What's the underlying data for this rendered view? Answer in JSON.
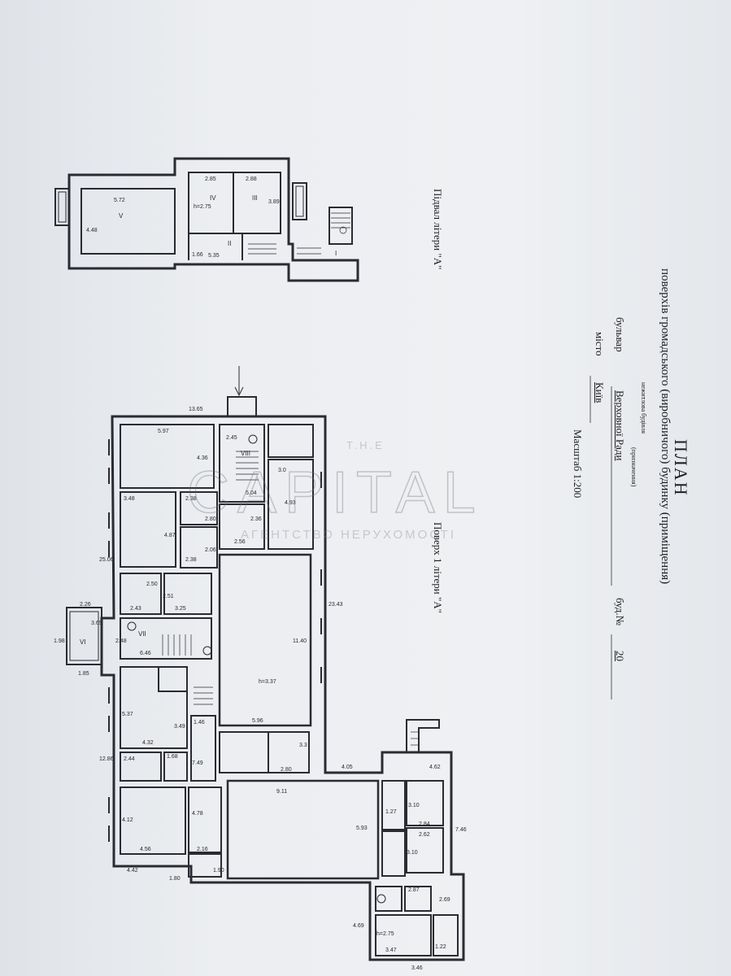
{
  "document": {
    "title": "ПЛАН",
    "subtitle": "поверхів громадського (виробничого) будинку (приміщення)",
    "small_note": "нежитлова будівля",
    "purpose_note": "(призначення)",
    "street_type": "бульвар",
    "street_name": "Верховної Ради",
    "building_label": "буд.№",
    "building_number": "20",
    "city_label": "місто",
    "city_name": "Київ",
    "scale": "Масштаб 1:200",
    "basement_label": "Підвал літери \"А\"",
    "floor1_label": "Поверх 1 літери \"А\""
  },
  "watermark": {
    "the": "T.H.E",
    "brand": "CAPITAL",
    "tagline": "АГЕНТСТВО НЕРУХОМОСТІ"
  },
  "basement": {
    "dims": [
      "5.72",
      "4.48",
      "2.85",
      "2.88",
      "h=2.75",
      "3.89",
      "1.66",
      "5.35"
    ],
    "rooms": [
      "V",
      "IV",
      "III",
      "II",
      "I"
    ]
  },
  "floor1": {
    "dims_outer": [
      "13.65",
      "25.06",
      "12.86",
      "4.42",
      "1.80",
      "4.69",
      "3.46",
      "7.46",
      "4.62",
      "4.05",
      "23.43",
      "2.26",
      "1.98",
      "1.85"
    ],
    "dims_inner": [
      "5.97",
      "4.36",
      "2.45",
      "3.48",
      "2.38",
      "4.87",
      "2.80",
      "2.06",
      "2.36",
      "2.56",
      "2.38",
      "2.50",
      "2.51",
      "2.43",
      "3.25",
      "6.46",
      "3.65",
      "2.48",
      "5.37",
      "3.49",
      "4.32",
      "1.46",
      "2.44",
      "1.68",
      "7.49",
      "5.96",
      "3.3",
      "2.80",
      "9.11",
      "4.12",
      "4.56",
      "2.16",
      "1.90",
      "5.93",
      "4.78",
      "1.27",
      "3.10",
      "2.84",
      "2.62",
      "3.10",
      "2.87",
      "2.69",
      "3.47",
      "1.22",
      "h=2.75",
      "h=3.37",
      "11.40",
      "4.93",
      "5.04",
      "3.0"
    ],
    "rooms": [
      "VIII",
      "VII",
      "VI"
    ]
  }
}
